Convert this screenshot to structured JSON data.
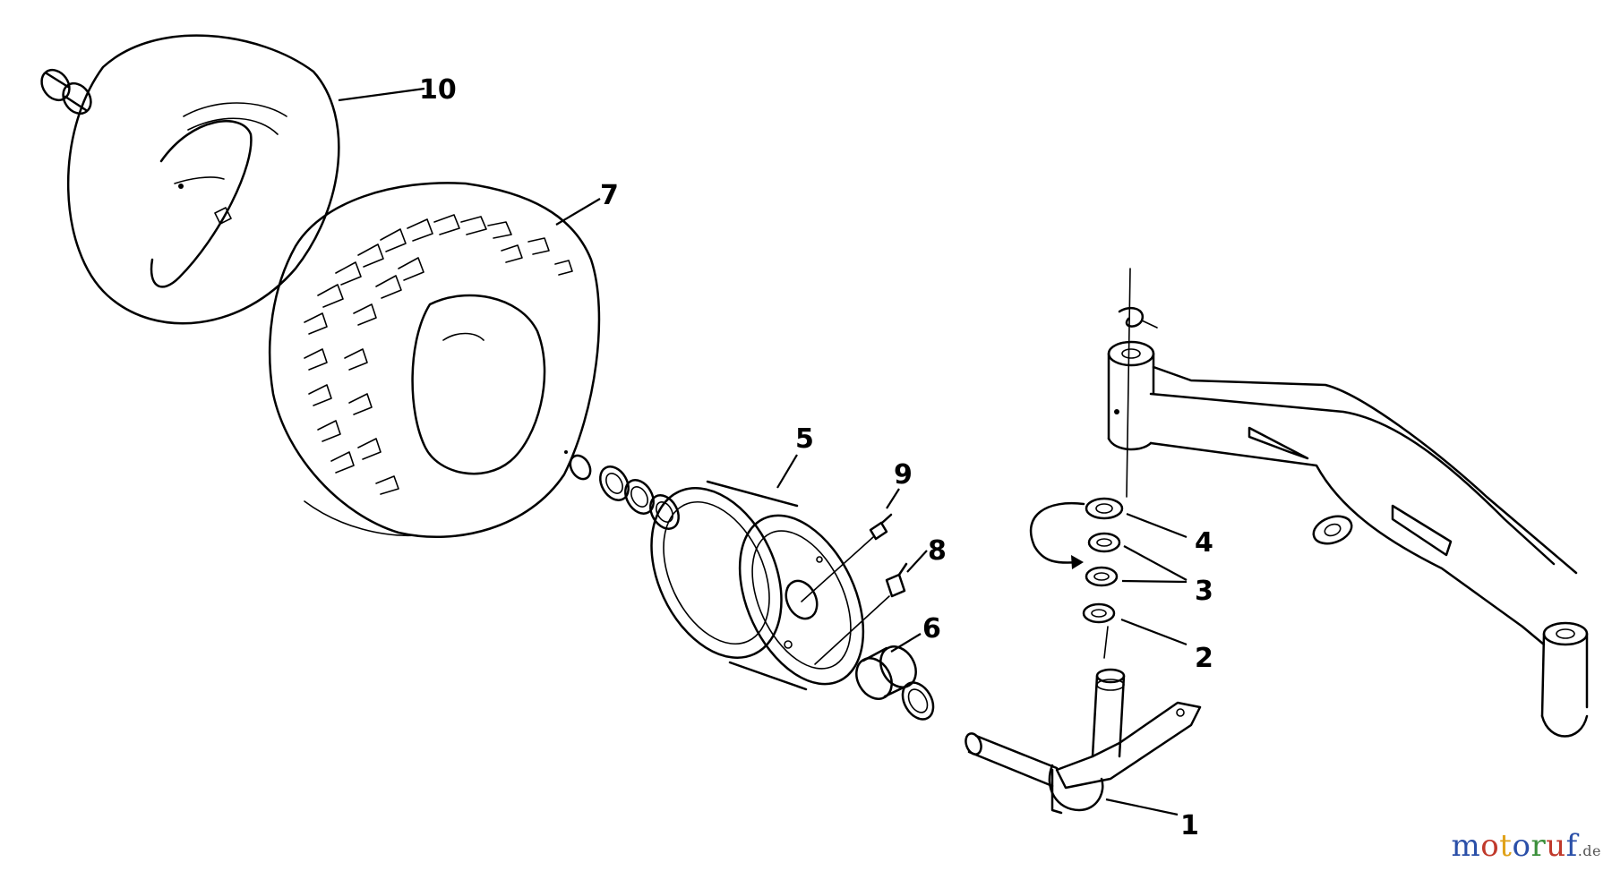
{
  "parts": {
    "p10": {
      "label": "10"
    },
    "p7": {
      "label": "7"
    },
    "p5": {
      "label": "5"
    },
    "p9": {
      "label": "9"
    },
    "p8": {
      "label": "8"
    },
    "p6": {
      "label": "6"
    },
    "p4": {
      "label": "4"
    },
    "p3": {
      "label": "3"
    },
    "p2": {
      "label": "2"
    },
    "p1": {
      "label": "1"
    }
  },
  "watermark": {
    "letters": [
      "m",
      "o",
      "t",
      "o",
      "r",
      "u",
      "f"
    ],
    "colors": [
      "#2a4fa8",
      "#c0392b",
      "#e0a21a",
      "#2a4fa8",
      "#3a8f3a",
      "#c0392b",
      "#2a4fa8"
    ],
    "suffix": ".de"
  }
}
